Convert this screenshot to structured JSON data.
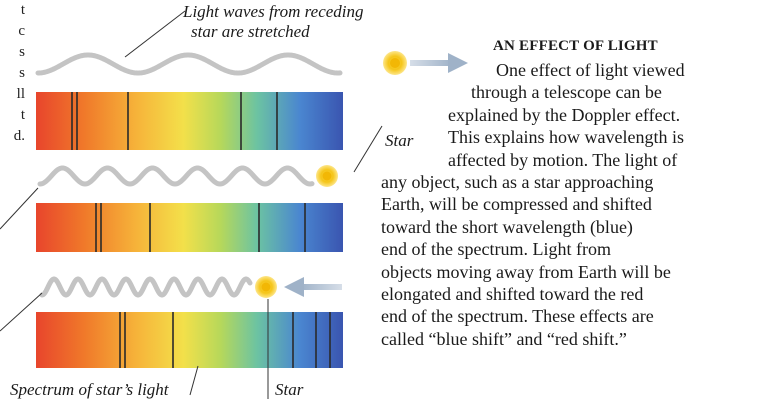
{
  "clipped_text_lines": [
    "t",
    "c",
    "s",
    "s",
    "ll",
    "t",
    "d."
  ],
  "captions": {
    "top": [
      "Light waves from receding",
      "star are stretched"
    ],
    "star_middle": "Star",
    "spectrum": "Spectrum of star’s light",
    "star_bottom": "Star"
  },
  "article": {
    "title": "AN EFFECT OF LIGHT",
    "lines": [
      "One effect of light viewed",
      "through a telescope can be",
      "explained by the Doppler effect.",
      "This explains how wavelength is",
      "affected by motion. The light of",
      "any object, such as a star approaching",
      "Earth, will be compressed and shifted",
      "toward the short wavelength (blue)",
      "end of the spectrum. Light from",
      "objects moving away from Earth will be",
      "elongated and shifted toward the red",
      "end of the spectrum. These effects are",
      "called “blue shift” and “red shift.”"
    ]
  },
  "colors": {
    "wave": "#c4c4c4",
    "star_fill": "#f5c518",
    "star_glow": "#fde68a",
    "arrow": "#b9c6d6",
    "absorption_line": "#2a2a2a",
    "spectrum_stops": [
      "#e8452c",
      "#f07a2a",
      "#f6b43a",
      "#f3e04a",
      "#b7d85a",
      "#6cc3a2",
      "#4a86d0",
      "#3a55b0"
    ]
  }
}
